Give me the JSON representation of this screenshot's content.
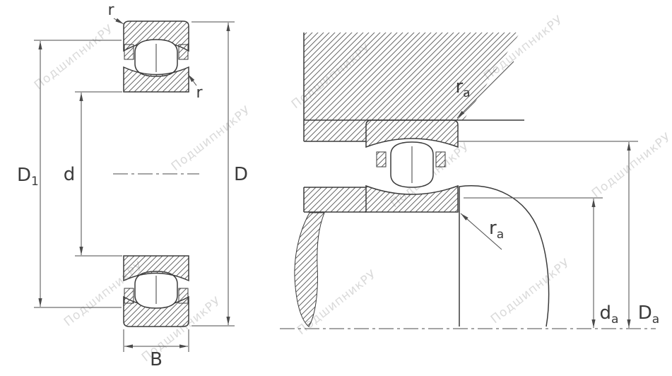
{
  "drawing": {
    "watermark": {
      "text": "ПодшипникРУ"
    },
    "labels": {
      "d1": {
        "main": "D",
        "sub": "1"
      },
      "d": {
        "main": "d",
        "sub": ""
      },
      "D": {
        "main": "D",
        "sub": ""
      },
      "B": {
        "main": "B",
        "sub": ""
      },
      "r_outer": {
        "main": "r",
        "sub": ""
      },
      "r_inner": {
        "main": "r",
        "sub": ""
      },
      "ra_housing": {
        "main": "r",
        "sub": "a"
      },
      "ra_shaft": {
        "main": "r",
        "sub": "a"
      },
      "da": {
        "main": "d",
        "sub": "a"
      },
      "Da": {
        "main": "D",
        "sub": "a"
      }
    },
    "colors": {
      "line": "#3b3b3b",
      "dimension": "#4b4b4b",
      "watermark": "#c4c4c4",
      "background": "#ffffff"
    }
  }
}
